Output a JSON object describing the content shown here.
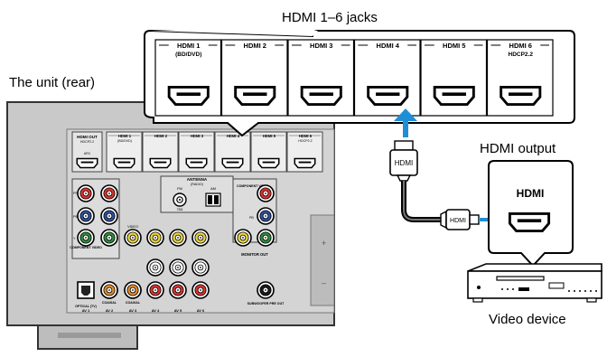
{
  "captions": {
    "unit": "The unit (rear)",
    "hdmi_jacks": "HDMI 1–6 jacks",
    "hdmi_output": "HDMI output",
    "video_device": "Video device"
  },
  "callout_jacks": [
    {
      "name": "HDMI 1",
      "sub": "(BD/DVD)"
    },
    {
      "name": "HDMI 2",
      "sub": ""
    },
    {
      "name": "HDMI 3",
      "sub": ""
    },
    {
      "name": "HDMI 4",
      "sub": ""
    },
    {
      "name": "HDMI 5",
      "sub": ""
    },
    {
      "name": "HDMI 6",
      "sub": "HDCP2.2"
    }
  ],
  "cable": {
    "plug_label": "HDMI"
  },
  "device_callout": {
    "jack_label": "HDMI"
  },
  "panel": {
    "hdmi_out": "HDMI OUT",
    "hdmi_out_sub": "HDCP2.2",
    "arc": "ARC",
    "hdmi_in": [
      "HDMI 1",
      "HDMI 2",
      "HDMI 3",
      "HDMI 4",
      "HDMI 5",
      "HDMI 6"
    ],
    "hdmi_in_sub": [
      "(BD/DVD)",
      "",
      "",
      "",
      "",
      "HDCP2.2"
    ],
    "antenna": "ANTENNA",
    "radio": "(RADIO)",
    "fm": "FM",
    "am": "AM",
    "fm_ohm": "75Ω",
    "component_video": "COMPONENT VIDEO",
    "component_video_in": "COMPONENT VIDEO",
    "pr": "PR",
    "pb": "PB",
    "y": "Y",
    "video": "VIDEO",
    "monitor_out": "MONITOR OUT",
    "optical": "OPTICAL (TV)",
    "coaxial": "COAXIAL",
    "subwoofer": "SUBWOOFER PRE OUT",
    "av_labels": [
      "AV 1",
      "AV 2",
      "AV 3",
      "AV 4",
      "AV 5",
      "AV 6"
    ]
  },
  "colors": {
    "panel": "#c9c9c9",
    "panel_dark": "#9a9a9a",
    "arrow": "#1e8fd6",
    "red": "#d8322e",
    "blue": "#2d4fa0",
    "green": "#2f8a3e",
    "yellow": "#e6d23a",
    "white": "#ffffff"
  }
}
